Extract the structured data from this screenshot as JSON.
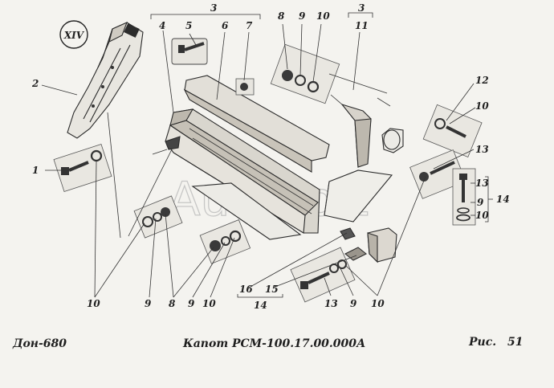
{
  "view_marker": "XIV",
  "callouts": [
    {
      "id": "c3a",
      "text": "3"
    },
    {
      "id": "c4",
      "text": "4"
    },
    {
      "id": "c5",
      "text": "5"
    },
    {
      "id": "c6",
      "text": "6"
    },
    {
      "id": "c7",
      "text": "7"
    },
    {
      "id": "c8a",
      "text": "8"
    },
    {
      "id": "c9a",
      "text": "9"
    },
    {
      "id": "c10a",
      "text": "10"
    },
    {
      "id": "c3b",
      "text": "3"
    },
    {
      "id": "c11",
      "text": "11"
    },
    {
      "id": "c2",
      "text": "2"
    },
    {
      "id": "c12",
      "text": "12"
    },
    {
      "id": "c10b",
      "text": "10"
    },
    {
      "id": "c13a",
      "text": "13"
    },
    {
      "id": "c1",
      "text": "1"
    },
    {
      "id": "c13b",
      "text": "13"
    },
    {
      "id": "c9b",
      "text": "9"
    },
    {
      "id": "c10c",
      "text": "10"
    },
    {
      "id": "c14a",
      "text": "14"
    },
    {
      "id": "c10d",
      "text": "10"
    },
    {
      "id": "c9c",
      "text": "9"
    },
    {
      "id": "c8b",
      "text": "8"
    },
    {
      "id": "c9d",
      "text": "9"
    },
    {
      "id": "c10e",
      "text": "10"
    },
    {
      "id": "c16",
      "text": "16"
    },
    {
      "id": "c15",
      "text": "15"
    },
    {
      "id": "c14b",
      "text": "14"
    },
    {
      "id": "c13c",
      "text": "13"
    },
    {
      "id": "c9e",
      "text": "9"
    },
    {
      "id": "c10f",
      "text": "10"
    }
  ],
  "footer": {
    "model": "Дон-680",
    "title": "Капот РСМ-100.17.00.000А",
    "fig_label": "Рис.",
    "fig_number": "51"
  },
  "watermark": "AutoSoft",
  "colors": {
    "ink": "#222222",
    "paper": "#f4f3ef",
    "watermark": "#b9b9b9"
  }
}
